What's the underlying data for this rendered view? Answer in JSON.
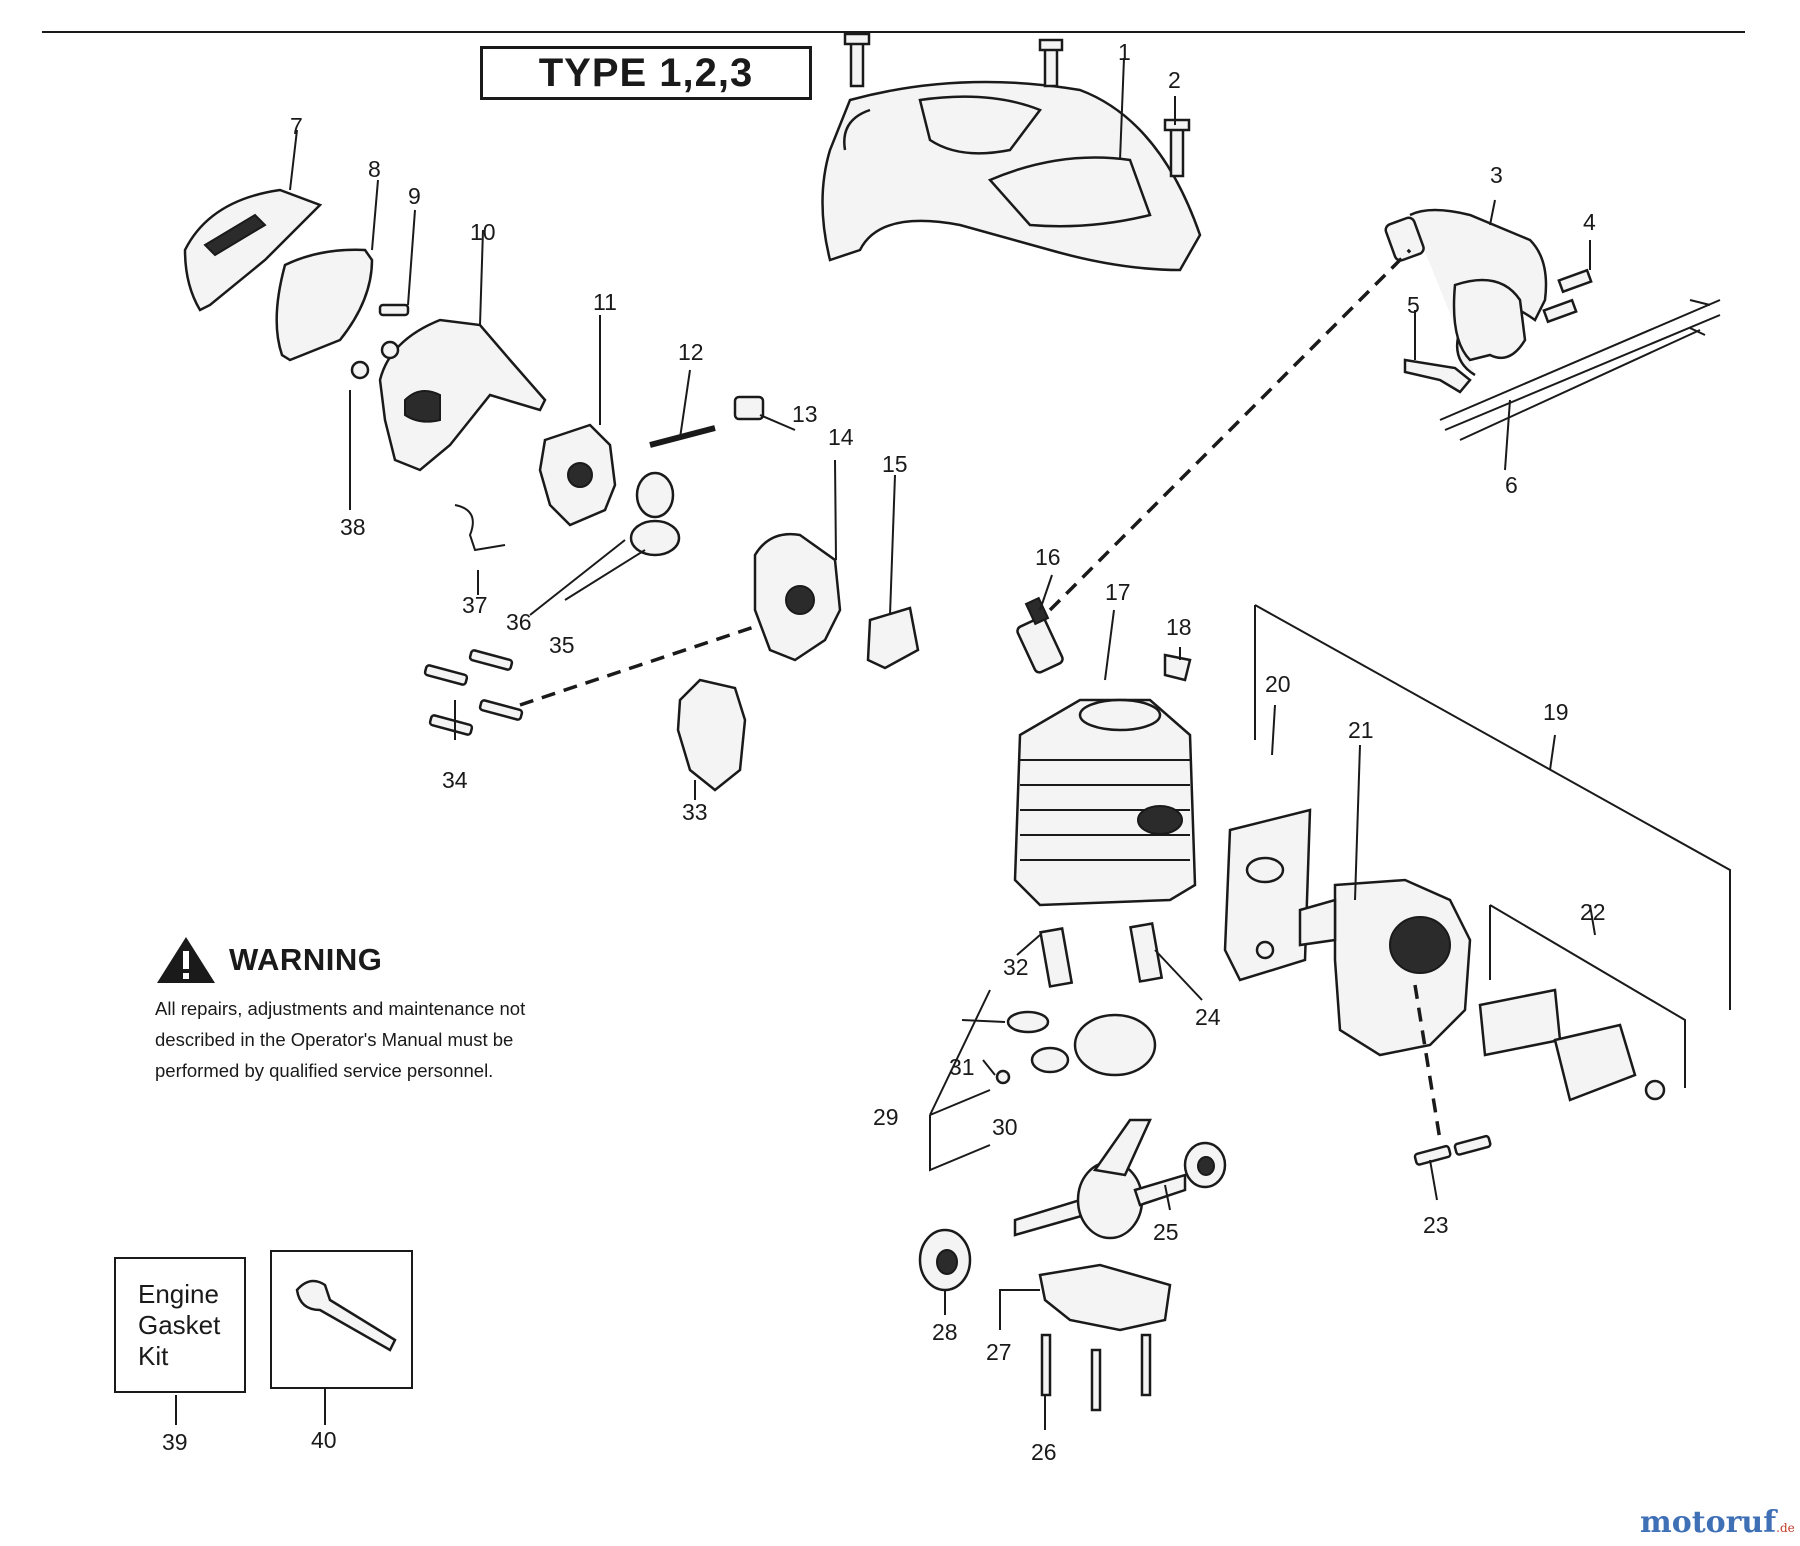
{
  "header": {
    "type_label": "TYPE 1,2,3"
  },
  "warning": {
    "title": "WARNING",
    "lines": [
      "All repairs, adjustments and maintenance not",
      "described in the Operator's Manual must be",
      "performed by qualified  service personnel."
    ]
  },
  "kit_box": {
    "lines": [
      "Engine",
      "Gasket",
      "Kit"
    ]
  },
  "callouts": [
    "1",
    "2",
    "3",
    "4",
    "5",
    "6",
    "7",
    "8",
    "9",
    "10",
    "11",
    "12",
    "13",
    "14",
    "15",
    "16",
    "17",
    "18",
    "19",
    "20",
    "21",
    "22",
    "23",
    "24",
    "25",
    "26",
    "27",
    "28",
    "29",
    "30",
    "31",
    "32",
    "33",
    "34",
    "35",
    "36",
    "37",
    "38",
    "39",
    "40"
  ],
  "watermark": {
    "brand": "motoruf",
    "tld": ".de"
  },
  "colors": {
    "ink": "#1a1a1a",
    "brand_blue": "#3f6fb5",
    "brand_red": "#c23a2a",
    "brand_green": "#4f9a3a"
  }
}
